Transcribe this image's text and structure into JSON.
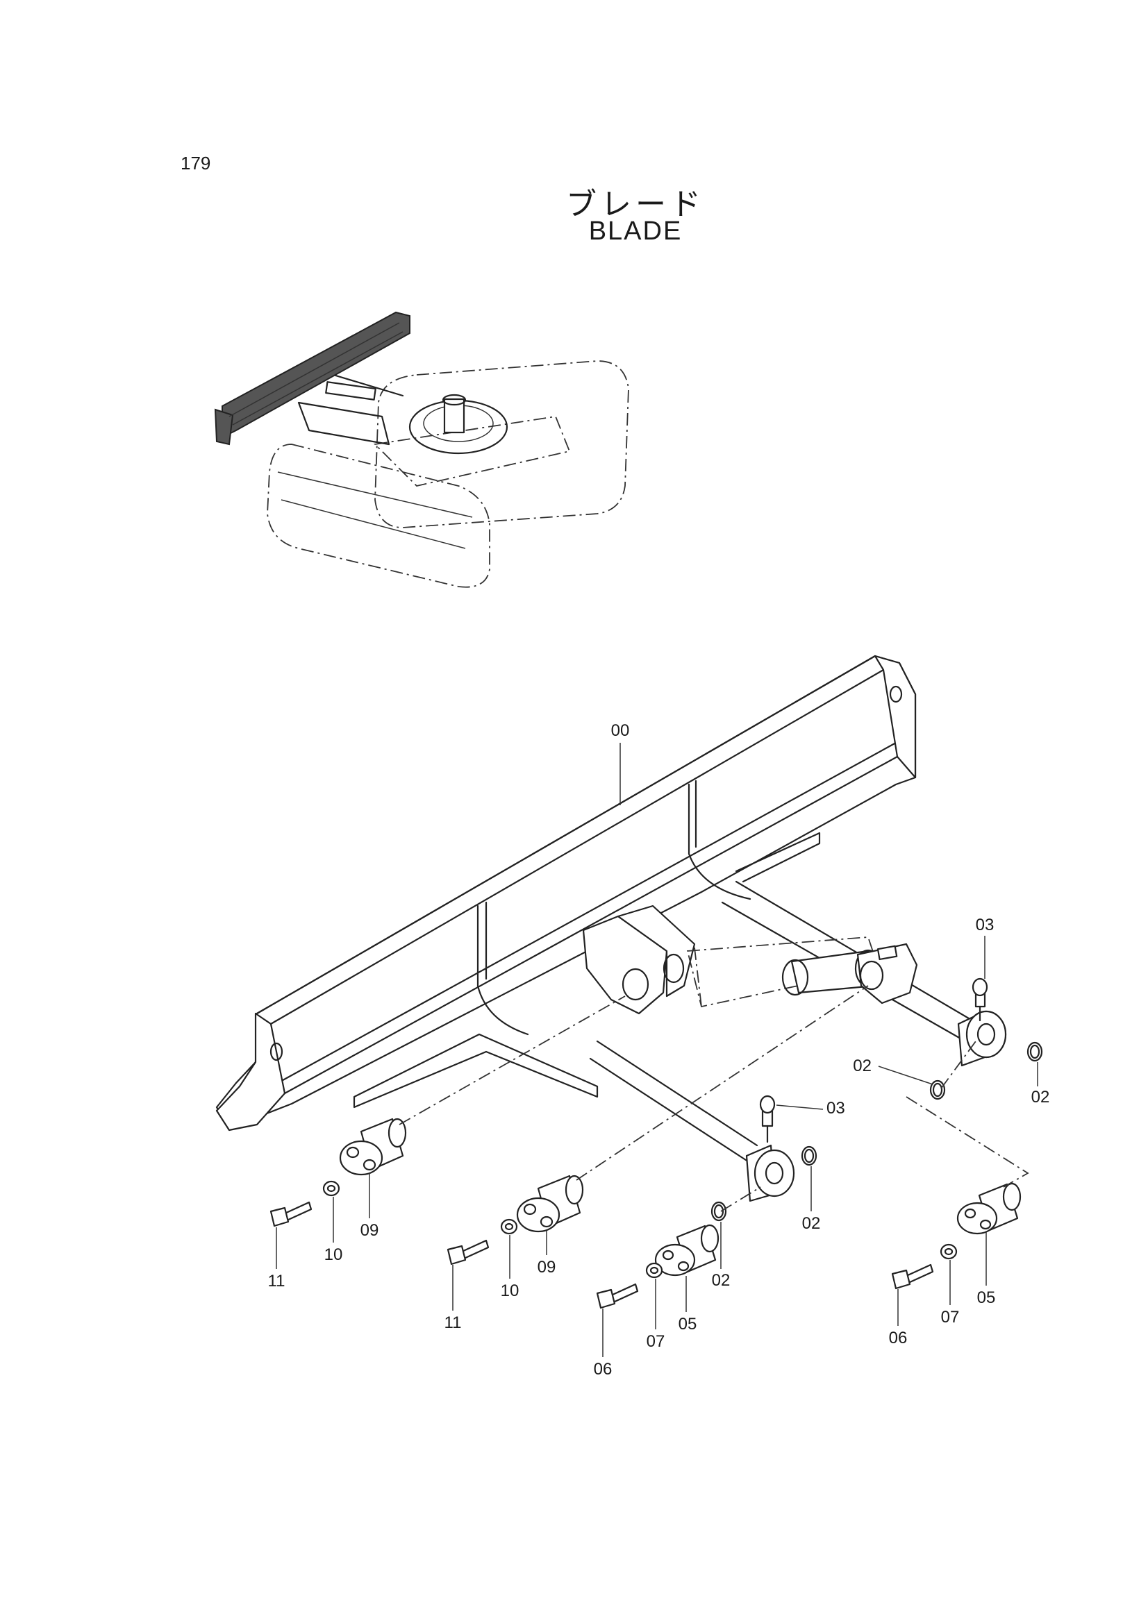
{
  "page_number": "179",
  "title_jp": "ブレード",
  "title_en": "BLADE",
  "labels": [
    {
      "id": "lbl-00",
      "text": "00"
    },
    {
      "id": "lbl-03-a",
      "text": "03"
    },
    {
      "id": "lbl-02-a",
      "text": "02"
    },
    {
      "id": "lbl-02-b",
      "text": "02"
    },
    {
      "id": "lbl-03-b",
      "text": "03"
    },
    {
      "id": "lbl-02-c",
      "text": "02"
    },
    {
      "id": "lbl-02-d",
      "text": "02"
    },
    {
      "id": "lbl-09-a",
      "text": "09"
    },
    {
      "id": "lbl-10-a",
      "text": "10"
    },
    {
      "id": "lbl-11-a",
      "text": "11"
    },
    {
      "id": "lbl-09-b",
      "text": "09"
    },
    {
      "id": "lbl-10-b",
      "text": "10"
    },
    {
      "id": "lbl-11-b",
      "text": "11"
    },
    {
      "id": "lbl-05-a",
      "text": "05"
    },
    {
      "id": "lbl-07-a",
      "text": "07"
    },
    {
      "id": "lbl-06-a",
      "text": "06"
    },
    {
      "id": "lbl-05-b",
      "text": "05"
    },
    {
      "id": "lbl-07-b",
      "text": "07"
    },
    {
      "id": "lbl-06-b",
      "text": "06"
    }
  ]
}
